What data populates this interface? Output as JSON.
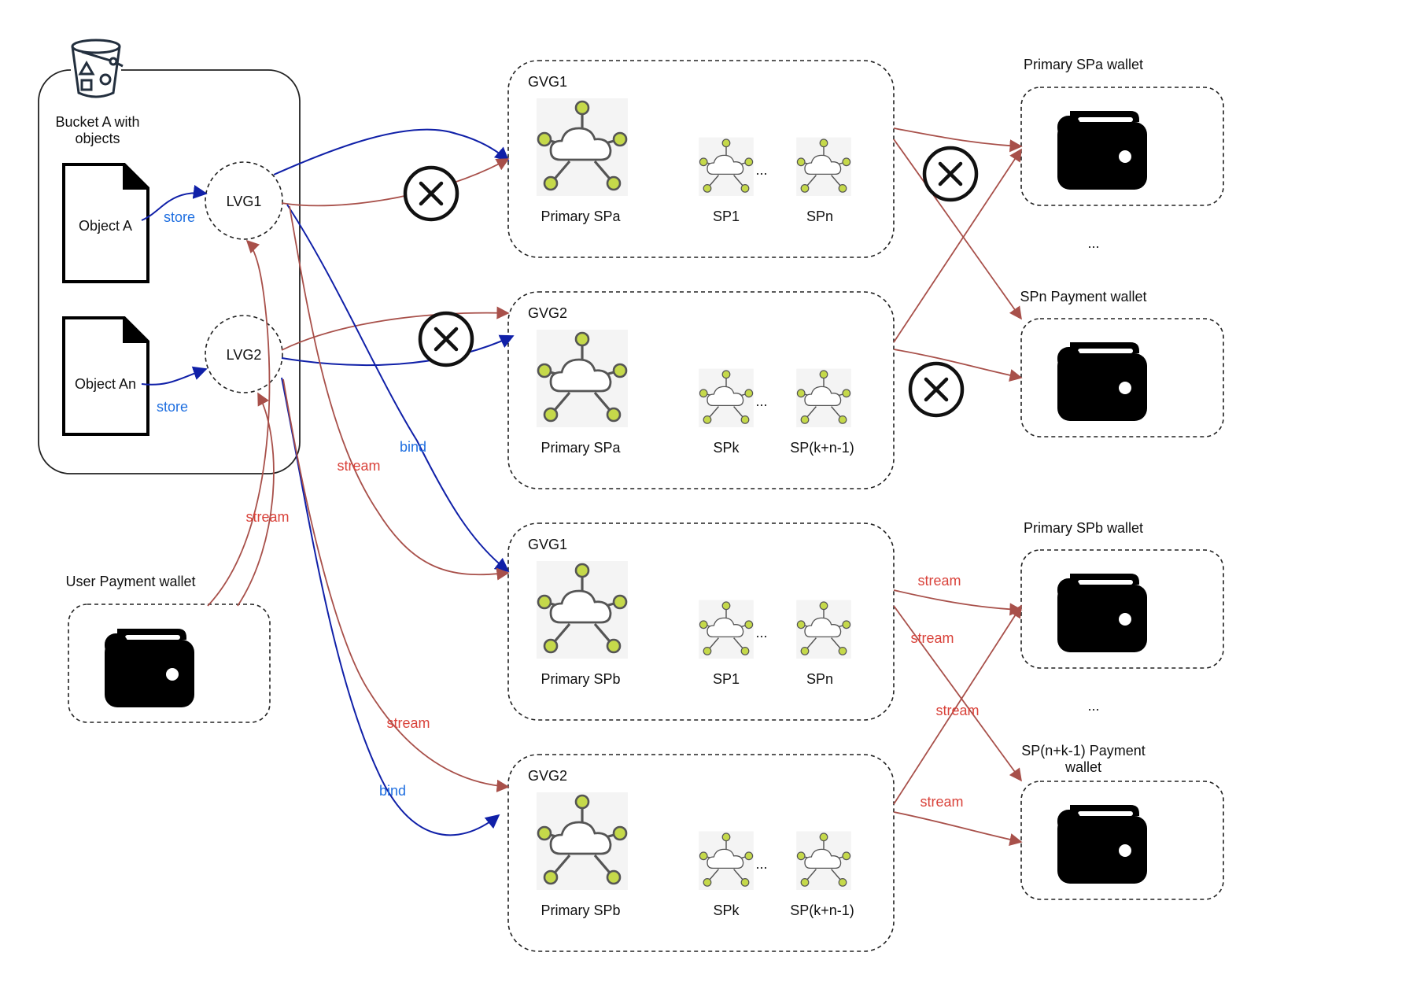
{
  "bucket": {
    "label_line1": "Bucket A with",
    "label_line2": "objects"
  },
  "objects": [
    {
      "label": "Object A"
    },
    {
      "label": "Object An"
    }
  ],
  "lvgs": [
    {
      "label": "LVG1"
    },
    {
      "label": "LVG2"
    }
  ],
  "user_wallet": {
    "label": "User Payment wallet"
  },
  "gvg_groups": [
    {
      "title": "GVG1",
      "primary": "Primary SPa",
      "sp_first": "SP1",
      "sp_last": "SPn"
    },
    {
      "title": "GVG2",
      "primary": "Primary SPa",
      "sp_first": "SPk",
      "sp_last": "SP(k+n-1)"
    },
    {
      "title": "GVG1",
      "primary": "Primary SPb",
      "sp_first": "SP1",
      "sp_last": "SPn"
    },
    {
      "title": "GVG2",
      "primary": "Primary SPb",
      "sp_first": "SPk",
      "sp_last": "SP(k+n-1)"
    }
  ],
  "ellipsis": "...",
  "wallets": [
    {
      "label": "Primary SPa wallet"
    },
    {
      "label": "SPn Payment wallet"
    },
    {
      "label": "Primary SPb wallet"
    },
    {
      "label_line1": "SP(n+k-1) Payment",
      "label_line2": "wallet"
    }
  ],
  "edge_labels": {
    "store": "store",
    "bind": "bind",
    "stream": "stream"
  },
  "colors": {
    "blue_edge": "#1020a8",
    "red_edge": "#a8504a",
    "blue_label": "#1f6fe0",
    "red_label": "#d9423a",
    "node_fill": "#c5d94a"
  },
  "icons": {
    "bucket": "bucket-icon",
    "document": "document-icon",
    "wallet": "wallet-icon",
    "network": "cloud-network-icon",
    "cancel": "x-circle-icon"
  }
}
